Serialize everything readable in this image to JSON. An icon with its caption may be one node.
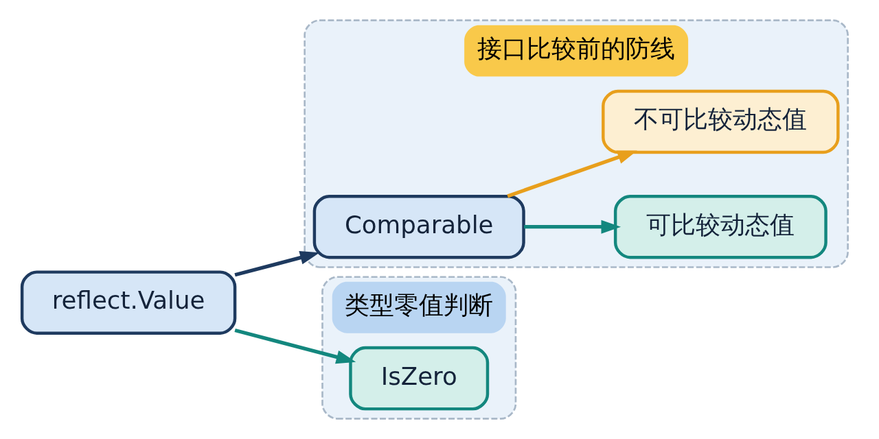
{
  "diagram": {
    "nodes": [
      {
        "text": [
          "reflect.Value"
        ]
      },
      {
        "text": [
          "接口比较前的防线"
        ]
      },
      {
        "text": [
          "Comparable"
        ],
        "in": 1
      },
      {
        "text": [
          "可比较动态值"
        ],
        "in": 1
      },
      {
        "text": [
          "不可比较动态值"
        ],
        "in": 1
      },
      {
        "text": [
          "类型零值判断"
        ]
      },
      {
        "text": [
          "IsZero"
        ],
        "in": 5
      }
    ],
    "edges": [
      {
        "from": 0,
        "to": 2,
        "arrow": "to",
        "color": "#1e3a5f"
      },
      {
        "from": 2,
        "to": 3,
        "arrow": "to",
        "color": "#13877e"
      },
      {
        "from": 2,
        "to": 4,
        "arrow": "to",
        "color": "#e89f1c"
      },
      {
        "from": 0,
        "to": 6,
        "arrow": "to",
        "color": "#13877e"
      }
    ]
  }
}
